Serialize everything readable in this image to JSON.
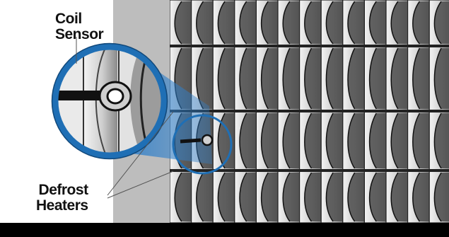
{
  "labels": {
    "coil_sensor": [
      "Coil",
      "Sensor"
    ],
    "defrost_heaters": [
      "Defrost",
      "Heaters"
    ]
  },
  "colors": {
    "magnifier_ring": "#1f6fb5",
    "magnifier_beam": "#3a8fd6",
    "panel_gray": "#b9b9b9",
    "fin_dark": "#3c3c3c",
    "fin_light": "#e9e9e9",
    "bottom_bar": "#000000"
  },
  "icons": {
    "magnifier": "magnifier-icon",
    "sensor": "sensor-bulb-icon"
  }
}
